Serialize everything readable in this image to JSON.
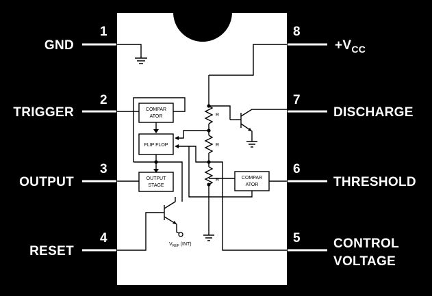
{
  "pins": {
    "p1": {
      "number": "1",
      "label": "GND"
    },
    "p2": {
      "number": "2",
      "label": "TRIGGER"
    },
    "p3": {
      "number": "3",
      "label": "OUTPUT"
    },
    "p4": {
      "number": "4",
      "label": "RESET"
    },
    "p5": {
      "number": "5",
      "label_line1": "CONTROL",
      "label_line2": "VOLTAGE"
    },
    "p6": {
      "number": "6",
      "label": "THRESHOLD"
    },
    "p7": {
      "number": "7",
      "label": "DISCHARGE"
    },
    "p8": {
      "number": "8",
      "label_main": "+V",
      "label_sub": "CC"
    }
  },
  "blocks": {
    "comparator_trigger": {
      "line1": "COMPAR",
      "line2": "ATOR"
    },
    "flip_flop": {
      "label": "FLIP FLOP"
    },
    "output_stage": {
      "line1": "OUTPUT",
      "line2": "STAGE"
    },
    "comparator_threshold": {
      "line1": "COMPAR",
      "line2": "ATOR"
    }
  },
  "resistors": {
    "r1": "R",
    "r2": "R",
    "r3": "R"
  },
  "vref": {
    "main": "V",
    "sub": "REF",
    "suffix": "(INT)"
  },
  "colors": {
    "background": "#000000",
    "chip_body": "#ffffff",
    "lead": "#ffffff",
    "ink": "#000000"
  }
}
